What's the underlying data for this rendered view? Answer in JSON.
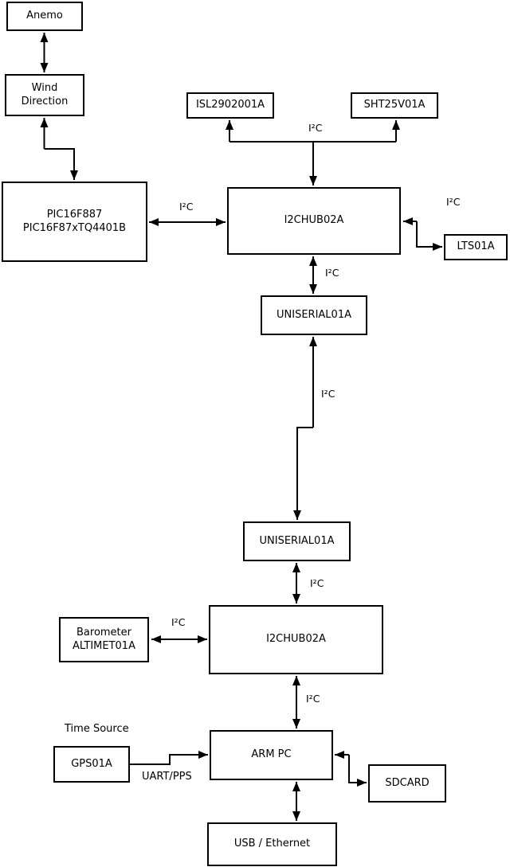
{
  "diagram": {
    "title": "sensor-i2c-block-diagram",
    "background_color": "#ffffff",
    "line_color": "#000000",
    "nodes": {
      "anemo": {
        "label": "Anemo"
      },
      "wind_direction": {
        "label": "Wind\nDirection"
      },
      "pic": {
        "label": "PIC16F887\nPIC16F87xTQ4401B"
      },
      "isl": {
        "label": "ISL2902001A"
      },
      "sht": {
        "label": "SHT25V01A"
      },
      "hub1": {
        "label": "I2CHUB02A"
      },
      "lts": {
        "label": "LTS01A"
      },
      "uniserial1": {
        "label": "UNISERIAL01A"
      },
      "uniserial2": {
        "label": "UNISERIAL01A"
      },
      "hub2": {
        "label": "I2CHUB02A"
      },
      "barometer": {
        "label": "Barometer\nALTIMET01A"
      },
      "gps": {
        "label": "GPS01A"
      },
      "arm_pc": {
        "label": "ARM PC"
      },
      "sdcard": {
        "label": "SDCARD"
      },
      "usb": {
        "label": "USB / Ethernet"
      }
    },
    "edge_labels": {
      "i2c_isl_sht": "I²C",
      "i2c_pic_hub1": "I²C",
      "i2c_hub1_lts": "I²C",
      "i2c_hub1_uni1": "I²C",
      "i2c_uni1_uni2": "I²C",
      "i2c_uni2_hub2": "I²C",
      "i2c_baro_hub2": "I²C",
      "i2c_hub2_arm": "I²C",
      "time_source": "Time Source",
      "uart_pps": "UART/PPS"
    }
  }
}
